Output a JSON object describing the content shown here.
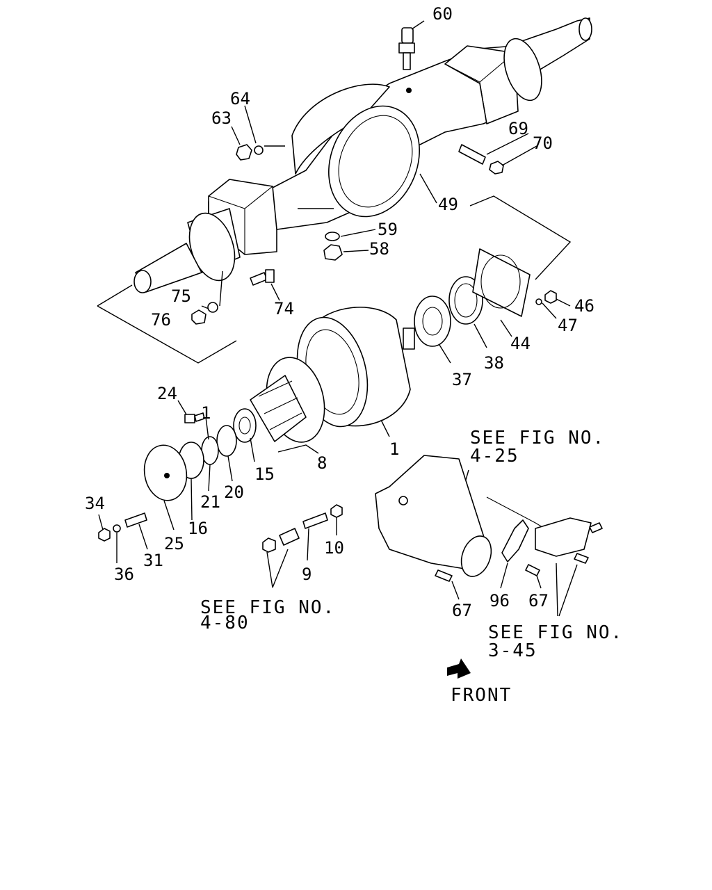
{
  "parts": [
    {
      "id": "part-60",
      "label": "60"
    },
    {
      "id": "part-64",
      "label": "64"
    },
    {
      "id": "part-63",
      "label": "63"
    },
    {
      "id": "part-69",
      "label": "69"
    },
    {
      "id": "part-70",
      "label": "70"
    },
    {
      "id": "part-49",
      "label": "49"
    },
    {
      "id": "part-59",
      "label": "59"
    },
    {
      "id": "part-58",
      "label": "58"
    },
    {
      "id": "part-75",
      "label": "75"
    },
    {
      "id": "part-76",
      "label": "76"
    },
    {
      "id": "part-74",
      "label": "74"
    },
    {
      "id": "part-46",
      "label": "46"
    },
    {
      "id": "part-47",
      "label": "47"
    },
    {
      "id": "part-44",
      "label": "44"
    },
    {
      "id": "part-38",
      "label": "38"
    },
    {
      "id": "part-37",
      "label": "37"
    },
    {
      "id": "part-24",
      "label": "24"
    },
    {
      "id": "part-1-small",
      "label": "1"
    },
    {
      "id": "part-1",
      "label": "1"
    },
    {
      "id": "part-8",
      "label": "8"
    },
    {
      "id": "part-15",
      "label": "15"
    },
    {
      "id": "part-20",
      "label": "20"
    },
    {
      "id": "part-21",
      "label": "21"
    },
    {
      "id": "part-16",
      "label": "16"
    },
    {
      "id": "part-25",
      "label": "25"
    },
    {
      "id": "part-34",
      "label": "34"
    },
    {
      "id": "part-36",
      "label": "36"
    },
    {
      "id": "part-31",
      "label": "31"
    },
    {
      "id": "part-9",
      "label": "9"
    },
    {
      "id": "part-10",
      "label": "10"
    },
    {
      "id": "part-96",
      "label": "96"
    },
    {
      "id": "part-67-a",
      "label": "67"
    },
    {
      "id": "part-67-b",
      "label": "67"
    }
  ],
  "references": [
    {
      "id": "see-fig-4-25",
      "line1": "SEE FIG NO.",
      "line2": "4-25"
    },
    {
      "id": "see-fig-4-80",
      "line1": "SEE FIG NO.",
      "line2": "4-80"
    },
    {
      "id": "see-fig-3-45",
      "line1": "SEE FIG NO.",
      "line2": "3-45"
    }
  ],
  "front_label": "FRONT"
}
